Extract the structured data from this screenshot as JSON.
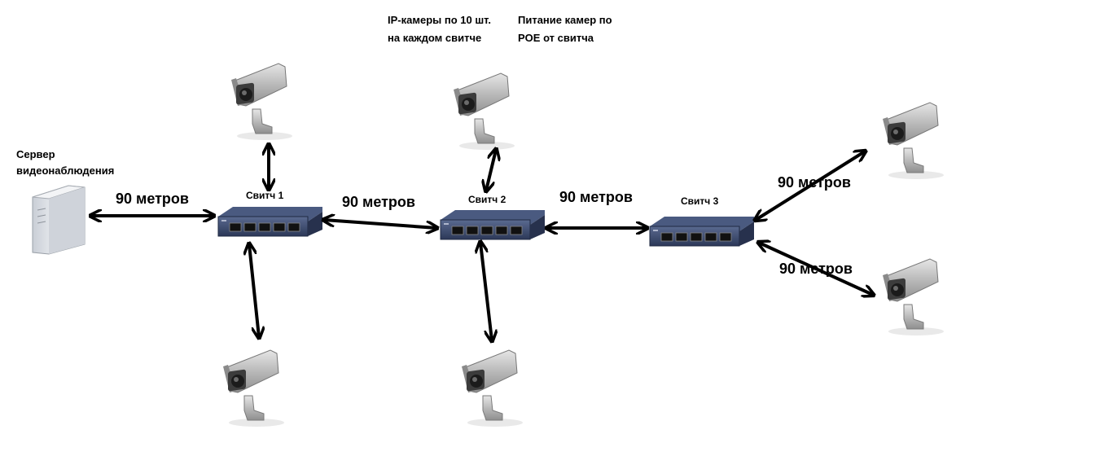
{
  "notes": {
    "cameras_line1": "IP-камеры по 10 шт.",
    "cameras_line2": "на каждом свитче",
    "power_line1": "Питание камер по",
    "power_line2": "POE от свитча"
  },
  "server": {
    "label_line1": "Сервер",
    "label_line2": "видеонаблюдения"
  },
  "switches": {
    "s1": "Свитч 1",
    "s2": "Свитч 2",
    "s3": "Свитч 3"
  },
  "distances": {
    "server_s1": "90 метров",
    "s1_s2": "90 метров",
    "s2_s3": "90 метров",
    "s3_cam_top": "90 метров",
    "s3_cam_bottom": "90 метров"
  },
  "colors": {
    "switch_body": "#3a4a6e",
    "switch_front": "#2a3655",
    "camera_body": "#b5b5b5",
    "server_body": "#d9dde3",
    "arrow": "#000000"
  }
}
